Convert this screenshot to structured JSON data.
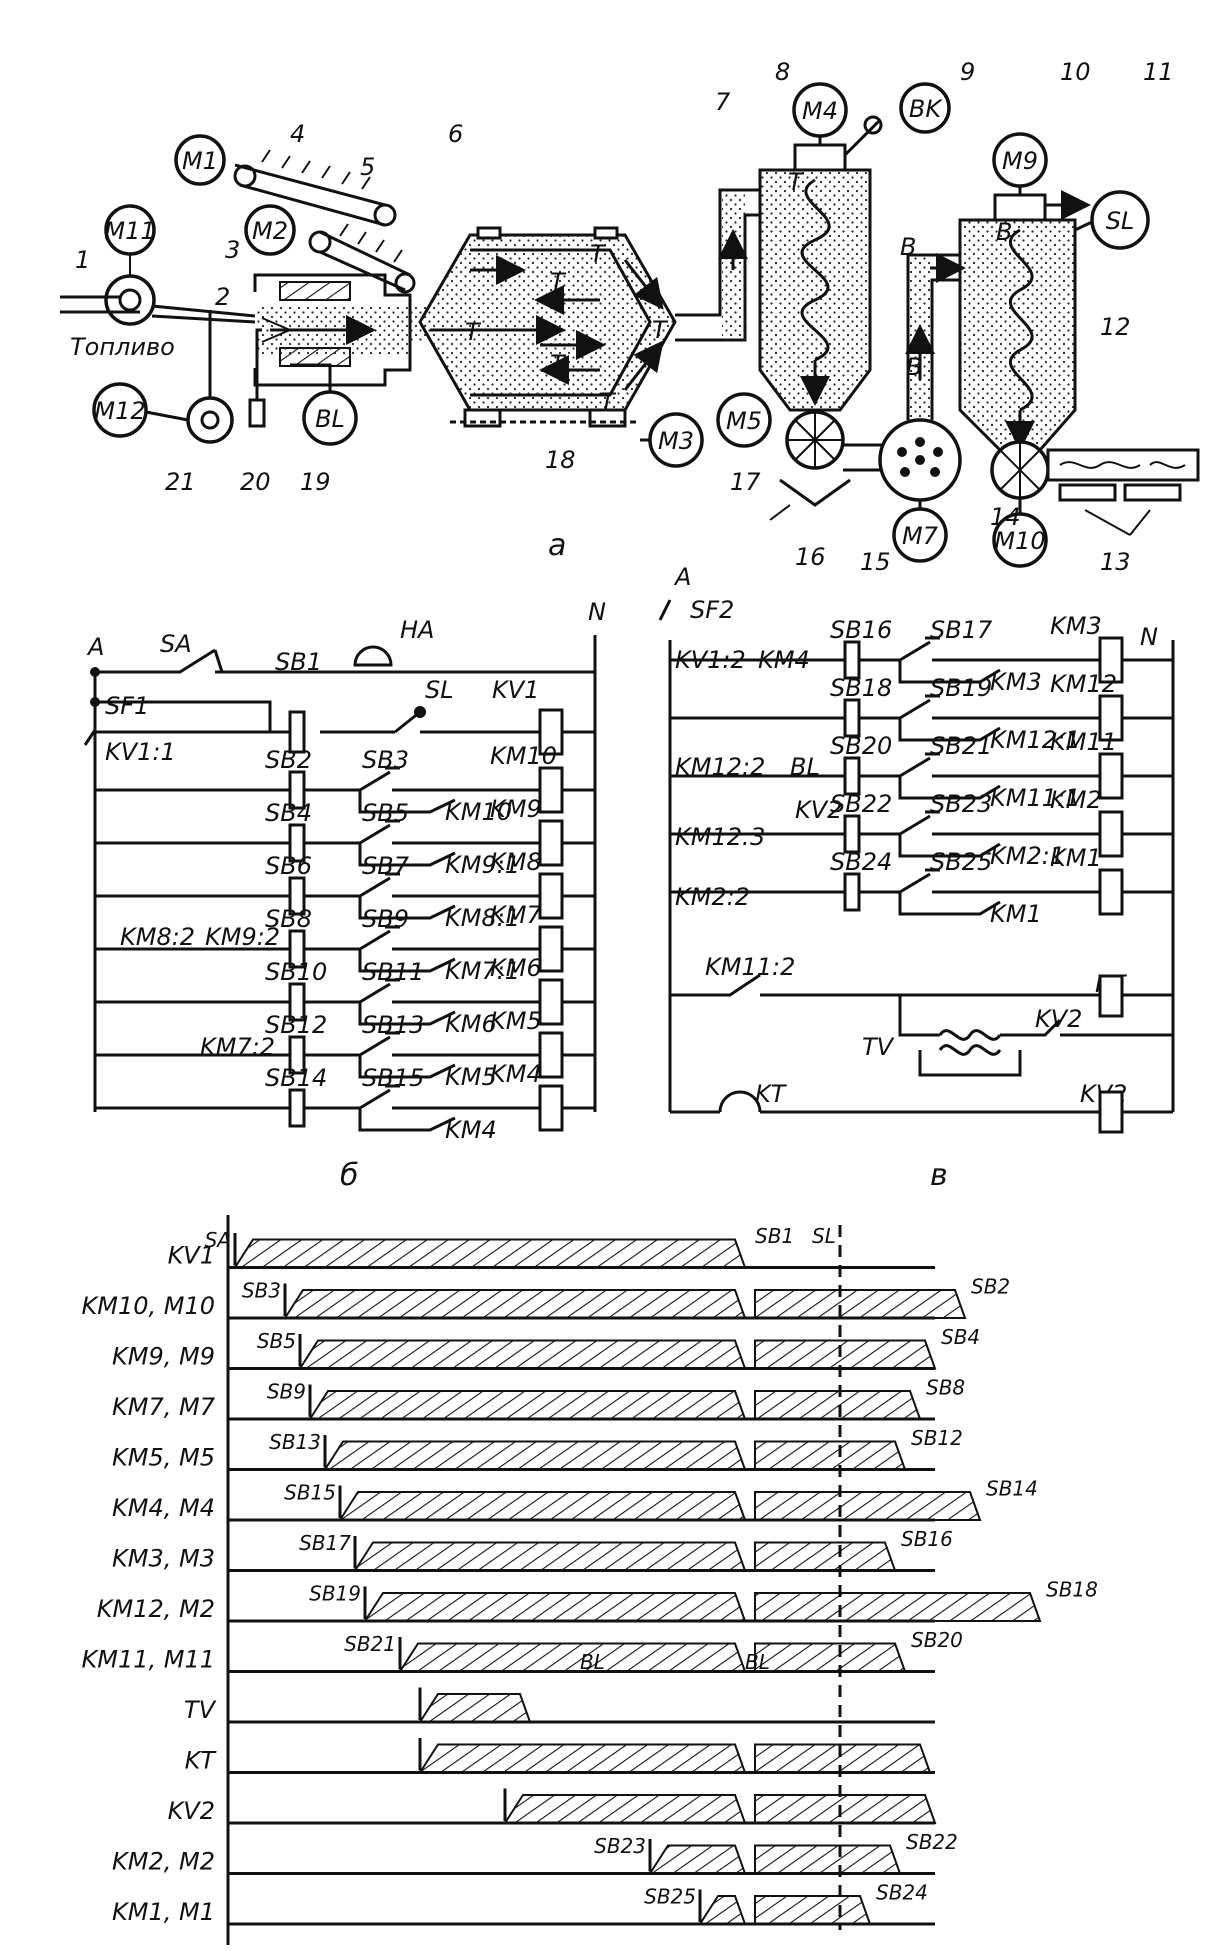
{
  "part_a": {
    "caption": "а",
    "fuel_label": "Топливо",
    "motors": [
      "M11",
      "M1",
      "M2",
      "M4",
      "BK",
      "M9",
      "SL",
      "M12",
      "BL",
      "M3",
      "M5",
      "M7",
      "M10"
    ],
    "position_numbers": [
      "1",
      "2",
      "3",
      "4",
      "5",
      "6",
      "7",
      "8",
      "9",
      "10",
      "11",
      "12",
      "13",
      "14",
      "15",
      "16",
      "17",
      "18",
      "19",
      "20",
      "21"
    ],
    "flow_labels": [
      "T",
      "T",
      "T",
      "T",
      "T",
      "T",
      "T",
      "B",
      "B",
      "B"
    ]
  },
  "part_b": {
    "caption": "б",
    "rail_labels": [
      "A",
      "N"
    ],
    "top_labels": [
      "SA",
      "HA",
      "SF1",
      "KV1:1",
      "SB1",
      "SL",
      "KV1"
    ],
    "rows": [
      {
        "start": "SB2",
        "stop": "SB3",
        "hold": "KM10",
        "coil": "KM10"
      },
      {
        "start": "SB4",
        "stop": "SB5",
        "hold": "KM9:1",
        "coil": "KM9"
      },
      {
        "start": "SB6",
        "stop": "SB7",
        "hold": "KM8:1",
        "coil": "KM8"
      },
      {
        "start": "SB8",
        "stop": "SB9",
        "hold": "KM7:1",
        "coil": "KM7"
      },
      {
        "start": "SB10",
        "stop": "SB11",
        "hold": "KM6",
        "coil": "KM6"
      },
      {
        "start": "SB12",
        "stop": "SB13",
        "hold": "KM5",
        "coil": "KM5"
      },
      {
        "start": "SB14",
        "stop": "SB15",
        "hold": "KM4",
        "coil": "KM4"
      }
    ],
    "interlocks": [
      "KM8:2",
      "KM9:2",
      "KM7:2"
    ]
  },
  "part_c": {
    "caption": "в",
    "rail_labels": [
      "A",
      "N"
    ],
    "top_labels": [
      "SF2",
      "KV1:2",
      "KM4"
    ],
    "rows": [
      {
        "start": "SB16",
        "stop": "SB17",
        "hold": "KM3",
        "coil": "KM3"
      },
      {
        "start": "SB18",
        "stop": "SB19",
        "hold": "KM12:1",
        "coil": "KM12"
      },
      {
        "start": "SB20",
        "stop": "SB21",
        "hold": "KM11:1",
        "coil": "KM11"
      },
      {
        "start": "SB22",
        "stop": "SB23",
        "hold": "KM2:1",
        "coil": "KM2"
      },
      {
        "start": "SB24",
        "stop": "SB25",
        "hold": "KM1",
        "coil": "KM1"
      }
    ],
    "extra_labels": [
      "KM12:2",
      "KM12:3",
      "BL",
      "KV2",
      "KM2:2",
      "KM11:2",
      "KT",
      "KV2",
      "TV",
      "KT",
      "KV2"
    ]
  },
  "timing": {
    "signals": [
      "KV1",
      "KM10, M10",
      "KM9, M9",
      "KM7, M7",
      "KM5, M5",
      "KM4, M4",
      "KM3, M3",
      "KM12, M2",
      "KM11, M11",
      "TV",
      "KT",
      "KV2",
      "KM2, M2",
      "KM1, M1"
    ],
    "on_events": [
      "SA",
      "SB3",
      "SB5",
      "SB9",
      "SB13",
      "SB15",
      "SB17",
      "SB19",
      "SB21",
      "",
      "",
      "",
      "SB23",
      "SB25"
    ],
    "off_events": [
      "SB2",
      "SB4",
      "SB8",
      "SB12",
      "SB14",
      "SB16",
      "SB18",
      "SB20",
      "SB22",
      "SB24"
    ],
    "marks": [
      "SB1",
      "SL",
      "BL",
      "BL"
    ]
  }
}
